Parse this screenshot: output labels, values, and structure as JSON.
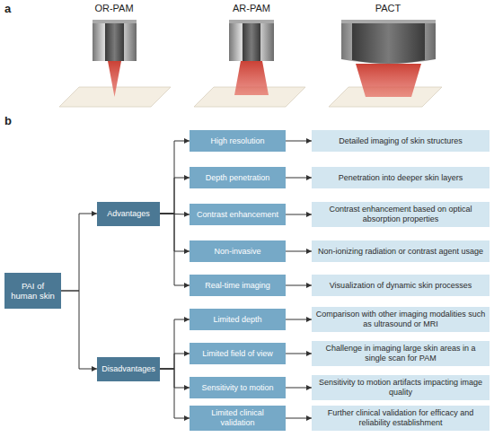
{
  "diagram": {
    "nodes": [
      {
        "text": [
          "PAI of human skin"
        ]
      },
      {
        "text": [
          "Advantages"
        ]
      },
      {
        "text": [
          "High resolution"
        ]
      },
      {
        "text": [
          "Detailed imaging of skin structures"
        ]
      },
      {
        "text": [
          "Depth penetration"
        ]
      },
      {
        "text": [
          "Penetration into deeper skin layers"
        ]
      },
      {
        "text": [
          "Contrast enhancement"
        ]
      },
      {
        "text": [
          "Contrast enhancement based on optical absorption properties"
        ]
      },
      {
        "text": [
          "Non-invasive"
        ]
      },
      {
        "text": [
          "Non-ionizing radiation or contrast agent usage"
        ]
      },
      {
        "text": [
          "Real-time imaging"
        ]
      },
      {
        "text": [
          "Visualization of dynamic skin processes"
        ]
      },
      {
        "text": [
          "Disadvantages"
        ]
      },
      {
        "text": [
          "Limited depth"
        ]
      },
      {
        "text": [
          "Comparison with other imaging modalities such as ultrasound or MRI"
        ]
      },
      {
        "text": [
          "Limited field of view"
        ]
      },
      {
        "text": [
          "Challenge in imaging large skin areas in a single scan for PAM"
        ]
      },
      {
        "text": [
          "Sensitivity to motion"
        ]
      },
      {
        "text": [
          "Sensitivity to motion artifacts impacting image quality"
        ]
      },
      {
        "text": [
          "Limited clinical validation"
        ]
      },
      {
        "text": [
          "Further clinical validation for efficacy and reliability establishment"
        ]
      }
    ],
    "edges": [
      {
        "from": 0,
        "to": 1,
        "arrow": "to"
      },
      {
        "from": 0,
        "to": 12,
        "arrow": "to"
      },
      {
        "from": 1,
        "to": 2,
        "arrow": "to"
      },
      {
        "from": 1,
        "to": 4,
        "arrow": "to"
      },
      {
        "from": 1,
        "to": 6,
        "arrow": "to"
      },
      {
        "from": 1,
        "to": 8,
        "arrow": "to"
      },
      {
        "from": 1,
        "to": 10,
        "arrow": "to"
      },
      {
        "from": 2,
        "to": 3,
        "arrow": "to"
      },
      {
        "from": 4,
        "to": 5,
        "arrow": "to"
      },
      {
        "from": 6,
        "to": 7,
        "arrow": "to"
      },
      {
        "from": 8,
        "to": 9,
        "arrow": "to"
      },
      {
        "from": 10,
        "to": 11,
        "arrow": "to"
      },
      {
        "from": 12,
        "to": 13,
        "arrow": "to"
      },
      {
        "from": 12,
        "to": 15,
        "arrow": "to"
      },
      {
        "from": 12,
        "to": 17,
        "arrow": "to"
      },
      {
        "from": 12,
        "to": 19,
        "arrow": "to"
      },
      {
        "from": 13,
        "to": 14,
        "arrow": "to"
      },
      {
        "from": 15,
        "to": 16,
        "arrow": "to"
      },
      {
        "from": 17,
        "to": 18,
        "arrow": "to"
      },
      {
        "from": 19,
        "to": 20,
        "arrow": "to"
      }
    ],
    "labels": [
      "a",
      "OR-PAM",
      "AR-PAM",
      "PACT",
      "b"
    ]
  }
}
